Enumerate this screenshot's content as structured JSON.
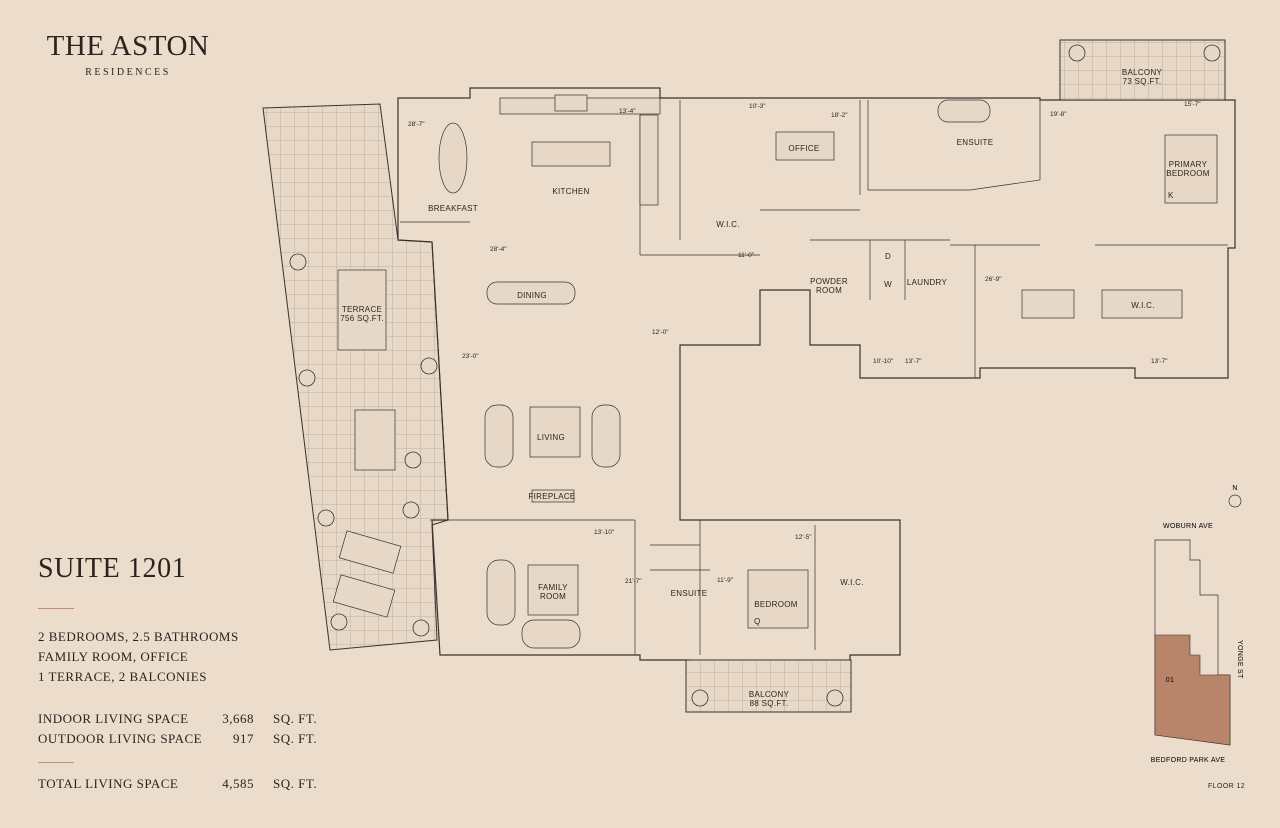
{
  "brand": {
    "title": "THE ASTON",
    "subtitle": "RESIDENCES"
  },
  "suite": {
    "title": "SUITE 1201",
    "features": [
      "2 BEDROOMS, 2.5 BATHROOMS",
      "FAMILY ROOM, OFFICE",
      "1 TERRACE, 2 BALCONIES"
    ]
  },
  "stats": {
    "indoor": {
      "label": "INDOOR LIVING SPACE",
      "value": "3,668",
      "unit": "SQ. FT."
    },
    "outdoor": {
      "label": "OUTDOOR LIVING SPACE",
      "value": "917",
      "unit": "SQ. FT."
    },
    "total": {
      "label": "TOTAL LIVING SPACE",
      "value": "4,585",
      "unit": "SQ. FT."
    }
  },
  "rooms": {
    "breakfast": "BREAKFAST",
    "kitchen": "KITCHEN",
    "office": "OFFICE",
    "ensuite_primary": "ENSUITE",
    "primary_bedroom_1": "PRIMARY",
    "primary_bedroom_2": "BEDROOM",
    "balcony_top_1": "BALCONY",
    "balcony_top_2": "73 SQ.FT.",
    "wic_office": "W.I.C.",
    "powder_1": "POWDER",
    "powder_2": "ROOM",
    "laundry": "LAUNDRY",
    "wic_primary": "W.I.C.",
    "dining": "DINING",
    "terrace_1": "TERRACE",
    "terrace_2": "756 SQ.FT.",
    "living": "LIVING",
    "fireplace": "FIREPLACE",
    "family_1": "FAMILY",
    "family_2": "ROOM",
    "ensuite_bed": "ENSUITE",
    "bedroom": "BEDROOM",
    "wic_bed": "W.I.C.",
    "balcony_bottom_1": "BALCONY",
    "balcony_bottom_2": "88 SQ.FT.",
    "dryer": "D",
    "washer": "W",
    "k_mark": "K",
    "q_mark": "Q"
  },
  "dimensions": {
    "breakfast": "28'-7\"",
    "kitchen": "13'-4\"",
    "office_w": "10'-3\"",
    "office_d": "18'-2\"",
    "primary_w": "19'-8\"",
    "primary_d": "15'-7\"",
    "dining": "28'-4\"",
    "wic_office": "11'-0\"",
    "hall": "12'-0\"",
    "terrace": "23'-0\"",
    "wic_primary_w": "26'-9\"",
    "laundry_1": "10'-10\"",
    "laundry_2": "13'-7\"",
    "wic_primary_d": "13'-7\"",
    "family_w": "13'-10\"",
    "family_d": "21'-7\"",
    "bedroom_w": "11'-9\"",
    "bedroom_d": "12'-5\""
  },
  "map": {
    "north": "N",
    "street_top": "WOBURN AVE",
    "street_right": "YONGE ST",
    "street_bottom": "BEDFORD PARK AVE",
    "unit": "01",
    "floor": "FLOOR 12",
    "highlight_color": "#b8856a"
  },
  "colors": {
    "background": "#ebdccc",
    "accent_rule": "#c58e72",
    "ink": "#2a2421"
  }
}
